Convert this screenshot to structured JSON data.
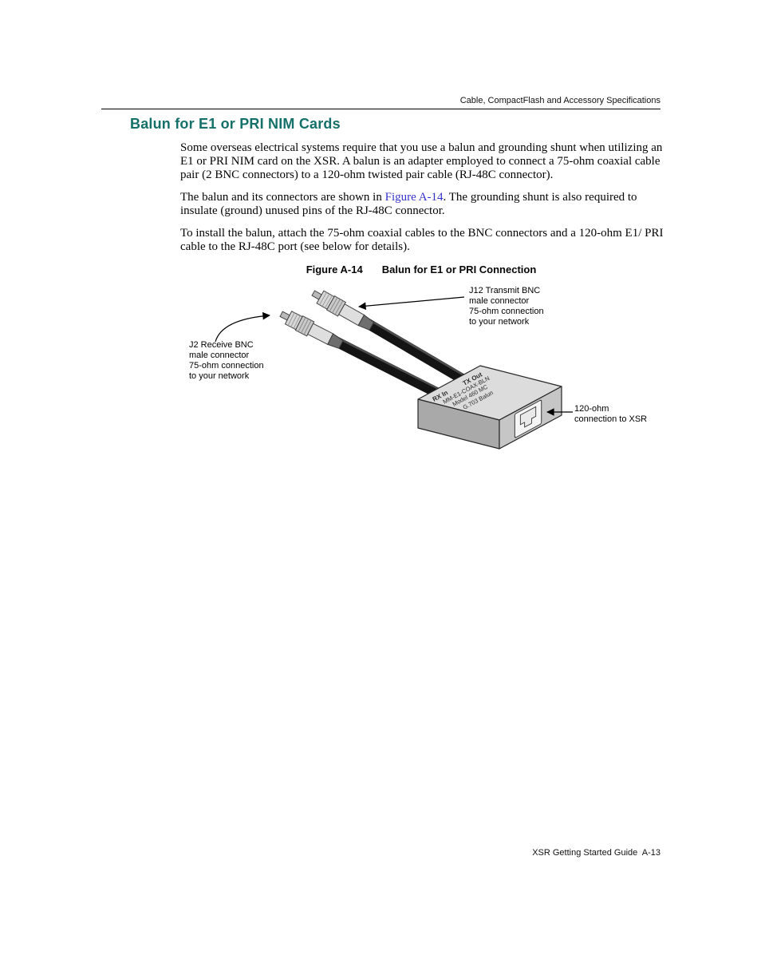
{
  "header": {
    "running_head": "Cable, CompactFlash and Accessory Specifications"
  },
  "footer": {
    "text": "XSR Getting Started Guide  A-13"
  },
  "section": {
    "title": "Balun for E1 or PRI NIM Cards",
    "paragraph1": "Some overseas electrical systems require that you use a balun and grounding shunt when utilizing an E1 or PRI NIM card on the XSR. A balun is an adapter employed to connect a 75-ohm coaxial cable pair (2 BNC connectors) to a 120-ohm twisted pair cable (RJ-48C connector).",
    "paragraph2_before_link": "The balun and its connectors are shown in ",
    "paragraph2_link": "Figure A-14",
    "paragraph2_after_link": ". The grounding shunt is also required to insulate (ground) unused pins of the RJ-48C connector.",
    "paragraph3": "To install the balun, attach the 75-ohm coaxial cables to the BNC connectors and a 120-ohm E1/ PRI cable to the RJ-48C port (see below for details)."
  },
  "figure": {
    "caption_label": "Figure A-14",
    "caption_title": "Balun for E1 or PRI Connection",
    "labels": {
      "transmit": "J12 Transmit BNC\nmale connector\n75-ohm connection\nto your network",
      "receive": "J2 Receive BNC\nmale connector\n75-ohm connection\nto your network",
      "xsr": "120-ohm\nconnection to XSR"
    },
    "device_text": {
      "rx_port": "RX In",
      "tx_port": "TX Out",
      "part_code": "MM-E1-COAX-BLN",
      "model": "Model 460 MC",
      "type": "G.703 Balun"
    }
  },
  "colors": {
    "heading": "#15706a",
    "link": "#3333cc"
  }
}
